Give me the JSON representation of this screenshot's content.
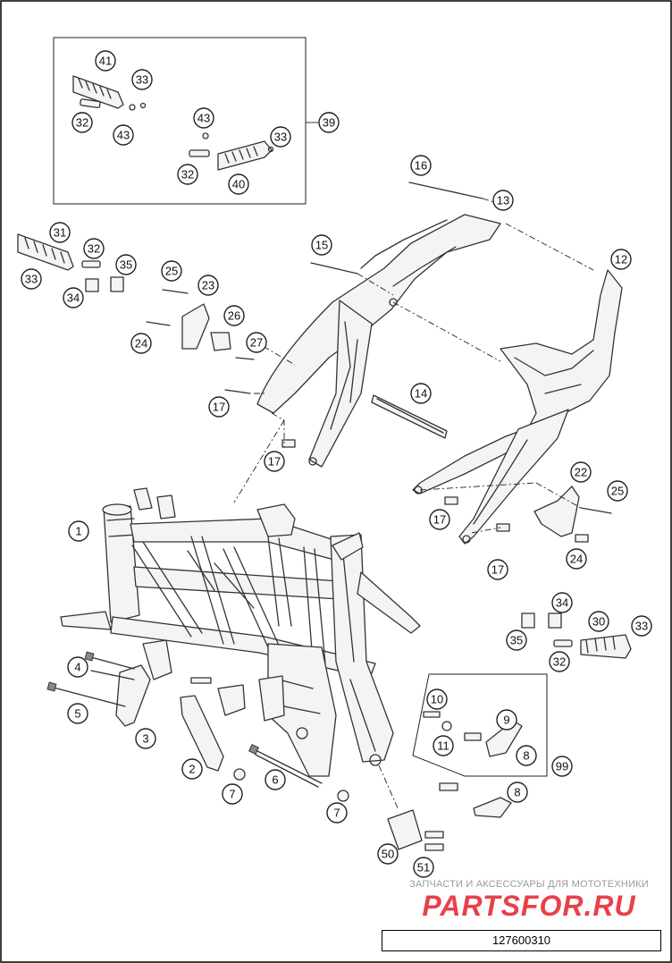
{
  "callouts": [
    "1",
    "2",
    "3",
    "4",
    "5",
    "6",
    "7",
    "7",
    "8",
    "8",
    "9",
    "10",
    "11",
    "12",
    "13",
    "14",
    "15",
    "16",
    "17",
    "17",
    "17",
    "17",
    "22",
    "23",
    "24",
    "24",
    "25",
    "25",
    "26",
    "27",
    "30",
    "31",
    "32",
    "32",
    "32",
    "32",
    "33",
    "33",
    "33",
    "33",
    "34",
    "34",
    "35",
    "35",
    "39",
    "40",
    "41",
    "43",
    "43",
    "50",
    "51",
    "99"
  ],
  "watermark": {
    "tagline": "ЗАПЧАСТИ И АКСЕССУАРЫ ДЛЯ МОТОТЕХНИКИ",
    "brand": "PARTSFOR.RU"
  },
  "drawing_number": "127600310",
  "colors": {
    "line": "#333333",
    "watermark_red": "#e8414a",
    "watermark_gray": "#9a9a9a"
  }
}
